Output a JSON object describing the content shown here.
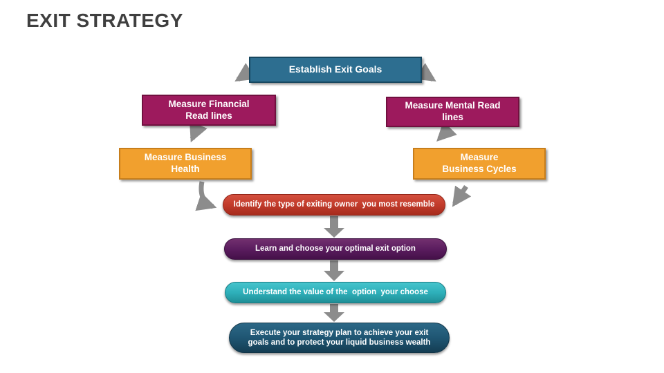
{
  "slide": {
    "title": "EXIT STRATEGY"
  },
  "nodes": {
    "establish_exit_goals": {
      "label": "Establish Exit Goals",
      "fill": "#2d6e90"
    },
    "measure_financial": {
      "label": "Measure Financial\nRead lines",
      "fill": "#9d1a5d"
    },
    "measure_mental": {
      "label": "Measure Mental Read\nlines",
      "fill": "#9d1a5d"
    },
    "measure_business_health": {
      "label": "Measure Business\nHealth",
      "fill": "#f1a02e"
    },
    "measure_business_cycles": {
      "label": "Measure\nBusiness Cycles",
      "fill": "#f1a02e"
    },
    "identify_owner_type": {
      "label": "Identify the type of exiting owner  you most resemble",
      "fill": "#c23b2b"
    },
    "learn_exit_option": {
      "label": "Learn and choose your optimal exit option",
      "fill": "#5b1d5f"
    },
    "understand_value": {
      "label": "Understand the value of the  option  your choose",
      "fill": "#2eb0ba"
    },
    "execute_plan": {
      "label": "Execute your strategy plan to achieve your exit\ngoals and to protect your liquid business wealth",
      "fill": "#1f5673"
    }
  },
  "colors": {
    "title_text": "#3f3f3f",
    "node_text": "#ffffff",
    "arrow": "#8c8c8c",
    "background": "#ffffff"
  }
}
